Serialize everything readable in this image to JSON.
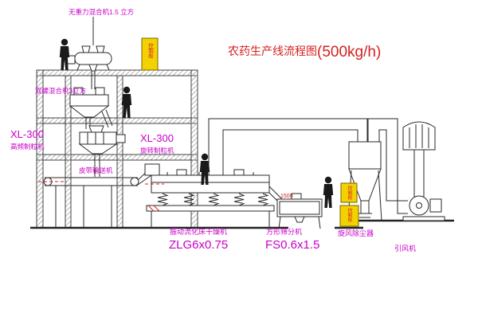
{
  "title": {
    "main": "农药生产线流程图",
    "capacity": "(500kg/h)"
  },
  "labels": {
    "mixer_top": "无重力混合机1.5 立方",
    "mixer_double": "双螺混合机3立方",
    "granulator_left_model": "XL-300",
    "granulator_left_name": "高频制粒机",
    "granulator_mid_model": "XL-300",
    "granulator_mid_name": "旋转制粒机",
    "belt_conveyor": "皮带输送机",
    "dryer_name": "振动流化床干燥机",
    "dryer_model": "ZLG6x0.75",
    "sieve_name": "方形筛分机",
    "sieve_model": "FS0.6x1.5",
    "cyclone": "旋风除尘器",
    "fan": "引风机",
    "cabinet_top": "控制柜",
    "cabinet_right_upper": "控制柜",
    "cabinet_right_lower": "控制柜",
    "dim_sieve": "1500"
  },
  "colors": {
    "label": "#c800c8",
    "title": "#d42020",
    "red": "#d42020",
    "cabinet": "#f2d200",
    "line": "#2a2a2a"
  }
}
